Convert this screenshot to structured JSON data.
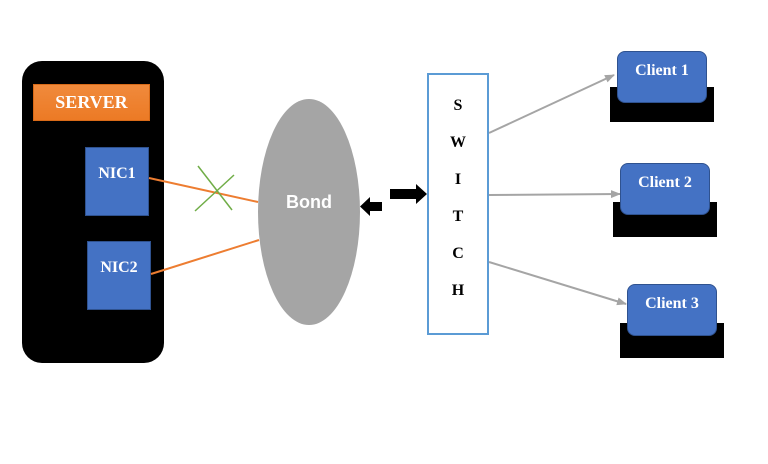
{
  "diagram": {
    "title": "",
    "server": {
      "label": "SERVER"
    },
    "nics": [
      {
        "id": "nic1",
        "label": "NIC1",
        "link_status": "failed",
        "failure_marker": "green-x"
      },
      {
        "id": "nic2",
        "label": "NIC2",
        "link_status": "active"
      }
    ],
    "bond": {
      "label": "Bond"
    },
    "switch": {
      "label": "SWITCH",
      "letters": [
        "S",
        "W",
        "I",
        "T",
        "C",
        "H"
      ]
    },
    "clients": [
      {
        "id": "client1",
        "label": "Client 1"
      },
      {
        "id": "client2",
        "label": "Client 2"
      },
      {
        "id": "client3",
        "label": "Client 3"
      }
    ],
    "connections": [
      {
        "from": "NIC1",
        "to": "Bond",
        "style": "orange-line",
        "status": "broken"
      },
      {
        "from": "NIC2",
        "to": "Bond",
        "style": "orange-line",
        "status": "active"
      },
      {
        "from": "Bond",
        "to": "SWITCH",
        "style": "bidirectional-black-arrows"
      },
      {
        "from": "SWITCH",
        "to": "Client 1",
        "style": "gray-arrow"
      },
      {
        "from": "SWITCH",
        "to": "Client 2",
        "style": "gray-arrow"
      },
      {
        "from": "SWITCH",
        "to": "Client 3",
        "style": "gray-arrow"
      }
    ],
    "colors": {
      "server": "#000000",
      "server_label": "#ed7d31",
      "nic": "#4472c4",
      "bond": "#a5a5a5",
      "switch_border": "#5b9bd5",
      "client": "#4472c4",
      "nic_link": "#ed7d31",
      "failure_x": "#70ad47",
      "client_arrow": "#a5a5a5"
    }
  }
}
